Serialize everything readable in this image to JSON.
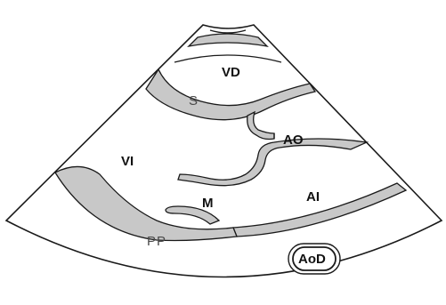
{
  "labels": {
    "vd": "VD",
    "s": "S",
    "ao": "AO",
    "vi": "VI",
    "m": "M",
    "ai": "AI",
    "pp": "PP",
    "aod": "AoD"
  },
  "colors": {
    "outline": "#1a1a1a",
    "wall_fill": "#c8c8c8",
    "background": "#ffffff"
  }
}
